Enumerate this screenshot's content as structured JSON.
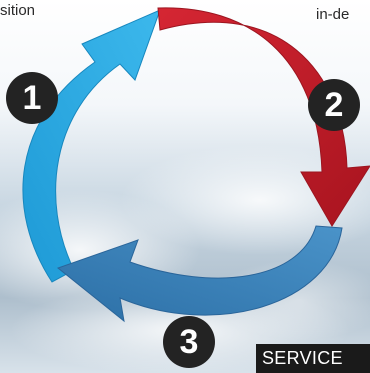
{
  "labels": {
    "left_fragment": "sition",
    "right_fragment": "in-de"
  },
  "steps": [
    {
      "number": "1",
      "arrow_color": "#27aae1"
    },
    {
      "number": "2",
      "arrow_color": "#be1e2d"
    },
    {
      "number": "3",
      "arrow_color": "#3a82bd"
    }
  ],
  "service_tag": "SERVICE"
}
